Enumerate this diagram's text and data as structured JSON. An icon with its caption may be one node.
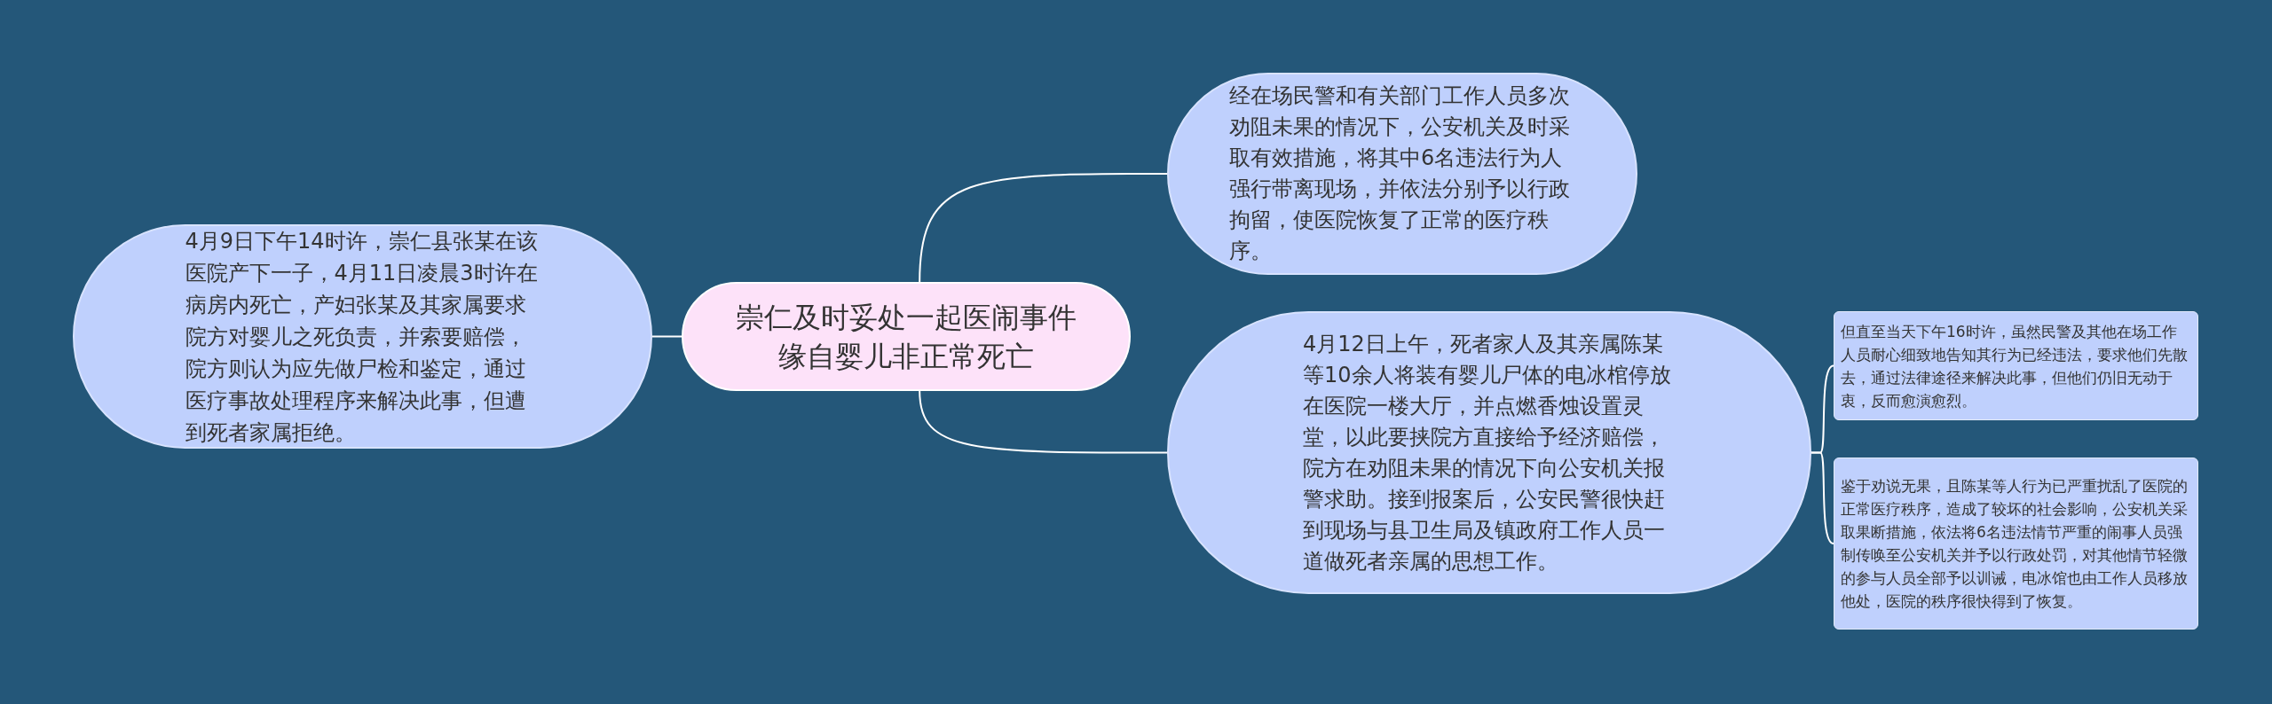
{
  "diagram": {
    "nodes": [
      {
        "text": [
          "崇仁及时妥处一起医闹事件缘自婴儿非正常死亡"
        ]
      },
      {
        "text": [
          "4月9日下午14时许，崇仁县张某在该医院产下一子，4月11日凌晨3时许在病房内死亡，产妇张某及其家属要求院方对婴儿之死负责，并索要赔偿，院方则认为应先做尸检和鉴定，通过医疗事故处理程序来解决此事，但遭到死者家属拒绝。"
        ]
      },
      {
        "text": [
          "经在场民警和有关部门工作人员多次劝阻未果的情况下，公安机关及时采取有效措施，将其中6名违法行为人强行带离现场，并依法分别予以行政拘留，使医院恢复了正常的医疗秩序。"
        ]
      },
      {
        "text": [
          "4月12日上午，死者家人及其亲属陈某等10余人将装有婴儿尸体的电冰棺停放在医院一楼大厅，并点燃香烛设置灵堂，以此要挟院方直接给予经济赔偿，院方在劝阻未果的情况下向公安机关报警求助。接到报案后，公安民警很快赶到现场与县卫生局及镇政府工作人员一道做死者亲属的思想工作。"
        ]
      },
      {
        "text": [
          "但直至当天下午16时许，虽然民警及其他在场工作人员耐心细致地告知其行为已经违法，要求他们先散去，通过法律途径来解决此事，但他们仍旧无动于衷，反而愈演愈烈。"
        ]
      },
      {
        "text": [
          "鉴于劝说无果，且陈某等人行为已严重扰乱了医院的正常医疗秩序，造成了较坏的社会影响，公安机关采取果断措施，依法将6名违法情节严重的闹事人员强制传唤至公安机关并予以行政处罚，对其他情节轻微的参与人员全部予以训诫，电冰馆也由工作人员移放他处，医院的秩序很快得到了恢复。"
        ]
      }
    ],
    "edges": [
      {
        "from": 0,
        "to": 1,
        "arrow": "none"
      },
      {
        "from": 0,
        "to": 2,
        "arrow": "none"
      },
      {
        "from": 0,
        "to": 3,
        "arrow": "none"
      },
      {
        "from": 3,
        "to": 4,
        "arrow": "none"
      },
      {
        "from": 3,
        "to": 5,
        "arrow": "none"
      }
    ]
  }
}
